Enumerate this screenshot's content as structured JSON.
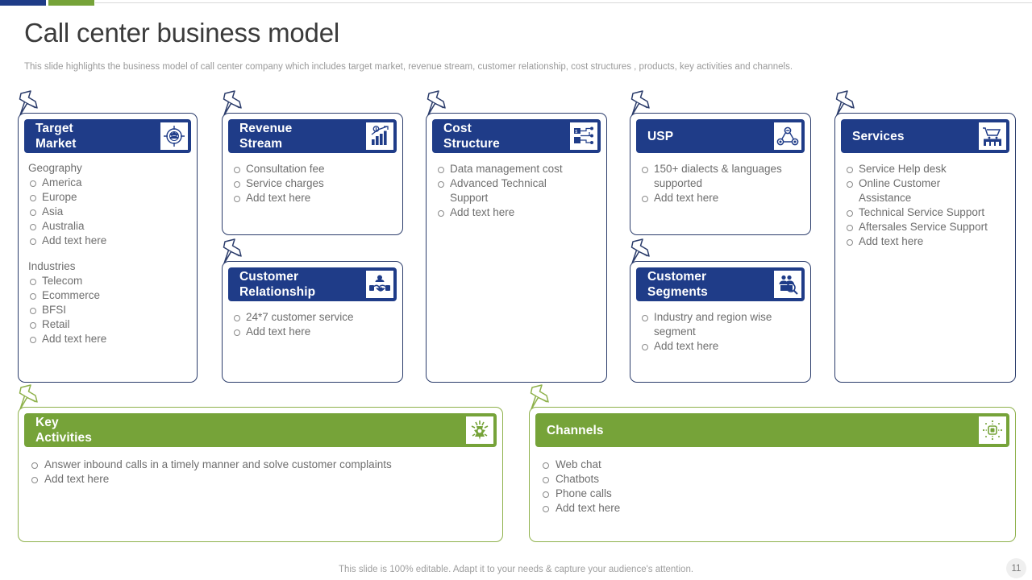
{
  "header": {
    "title": "Call center business model",
    "subtitle": "This slide highlights the business model of call center company which includes target market, revenue stream, customer relationship, cost structures , products, key activities and channels."
  },
  "theme": {
    "navy": "#1F3C88",
    "green": "#76A339",
    "body_text": "#6E6E6E",
    "title_text": "#3B3B3B"
  },
  "cards": [
    {
      "id": "target-market",
      "title": "Target\nMarket",
      "icon": "target-audience-icon",
      "color": "navy",
      "groups": [
        {
          "label": "Geography",
          "items": [
            "America",
            "Europe",
            "Asia",
            "Australia",
            "Add text here"
          ]
        },
        {
          "label": "Industries",
          "items": [
            "Telecom",
            "Ecommerce",
            "BFSI",
            "Retail",
            "Add text here"
          ]
        }
      ]
    },
    {
      "id": "revenue-stream",
      "title": "Revenue\nStream",
      "icon": "revenue-growth-icon",
      "color": "navy",
      "groups": [
        {
          "label": "",
          "items": [
            "Consultation fee",
            "Service charges",
            "Add text here"
          ]
        }
      ]
    },
    {
      "id": "cost-structure",
      "title": "Cost\nStructure",
      "icon": "cost-network-icon",
      "color": "navy",
      "groups": [
        {
          "label": "",
          "items": [
            "Data management cost",
            "Advanced Technical Support",
            "Add text here"
          ]
        }
      ]
    },
    {
      "id": "usp",
      "title": "USP",
      "icon": "network-nodes-icon",
      "color": "navy",
      "groups": [
        {
          "label": "",
          "items": [
            "150+ dialects & languages supported",
            "Add text here"
          ]
        }
      ]
    },
    {
      "id": "services",
      "title": "Services",
      "icon": "store-cart-icon",
      "color": "navy",
      "groups": [
        {
          "label": "",
          "items": [
            "Service Help desk",
            "Online Customer Assistance",
            "Technical Service Support",
            "Aftersales Service Support",
            "Add text here"
          ]
        }
      ]
    },
    {
      "id": "customer-relationship",
      "title": "Customer\nRelationship",
      "icon": "handshake-icon",
      "color": "navy",
      "groups": [
        {
          "label": "",
          "items": [
            "24*7 customer service",
            "Add text here"
          ]
        }
      ]
    },
    {
      "id": "customer-segments",
      "title": "Customer\nSegments",
      "icon": "audience-search-icon",
      "color": "navy",
      "groups": [
        {
          "label": "",
          "items": [
            "Industry and region wise segment",
            "Add text here"
          ]
        }
      ]
    },
    {
      "id": "key-activities",
      "title": "Key\nActivities",
      "icon": "gears-puzzle-icon",
      "color": "green",
      "groups": [
        {
          "label": "",
          "items": [
            "Answer inbound calls in a timely manner and solve customer complaints",
            "Add text here"
          ]
        }
      ]
    },
    {
      "id": "channels",
      "title": "Channels",
      "icon": "broadcast-icon",
      "color": "green",
      "groups": [
        {
          "label": "",
          "items": [
            "Web chat",
            "Chatbots",
            "Phone calls",
            "Add text here"
          ]
        }
      ]
    }
  ],
  "footer": {
    "note": "This slide is 100% editable. Adapt it to your needs & capture your audience's attention.",
    "page_number": "11"
  }
}
